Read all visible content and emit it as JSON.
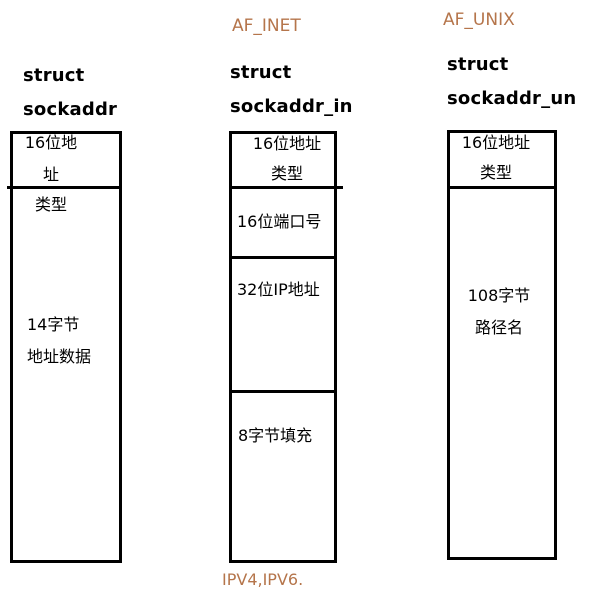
{
  "diagram": {
    "labels": {
      "af_inet": "AF_INET",
      "af_unix": "AF_UNIX",
      "ip_versions": "IPV4,IPV6."
    },
    "structs": [
      {
        "title_line1": "struct",
        "title_line2": "sockaddr",
        "fields": [
          {
            "line1": "16位地址",
            "line2": "类型"
          },
          {
            "line1": "14字节",
            "line2": "地址数据"
          }
        ]
      },
      {
        "title_line1": "struct",
        "title_line2": "sockaddr_in",
        "fields": [
          {
            "line1": "16位地址",
            "line2": "类型"
          },
          {
            "line1": "16位端口号"
          },
          {
            "line1": "32位IP地址"
          },
          {
            "line1": "8字节填充"
          }
        ]
      },
      {
        "title_line1": "struct",
        "title_line2": "sockaddr_un",
        "fields": [
          {
            "line1": "16位地址",
            "line2": "类型"
          },
          {
            "line1": "108字节",
            "line2": "路径名"
          }
        ]
      }
    ],
    "colors": {
      "annotation": "#b5754b",
      "lines": "#000000"
    }
  }
}
